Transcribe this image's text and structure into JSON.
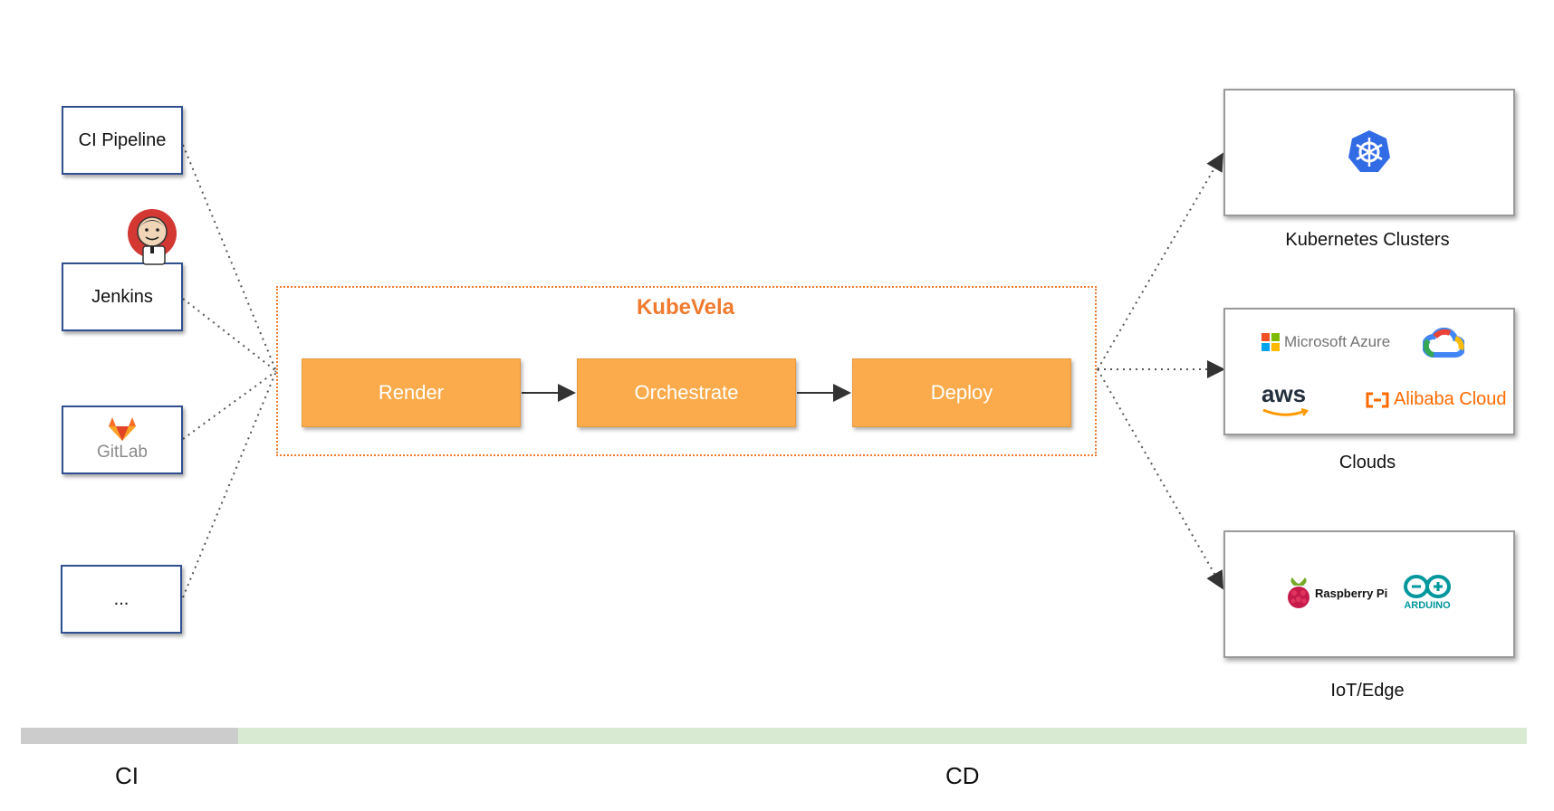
{
  "sources": {
    "ci_pipeline": "CI Pipeline",
    "jenkins": "Jenkins",
    "gitlab": "GitLab",
    "more": "..."
  },
  "kubevela": {
    "title": "KubeVela",
    "steps": [
      "Render",
      "Orchestrate",
      "Deploy"
    ]
  },
  "targets": {
    "kubernetes": {
      "label": "Kubernetes Clusters"
    },
    "clouds": {
      "label": "Clouds",
      "logos": {
        "azure": "Microsoft Azure",
        "aws": "aws",
        "alibaba": "Alibaba Cloud"
      }
    },
    "iot": {
      "label": "IoT/Edge",
      "logos": {
        "raspberry": "Raspberry Pi",
        "arduino": "ARDUINO"
      }
    }
  },
  "timeline": {
    "ci": "CI",
    "cd": "CD"
  },
  "colors": {
    "accent": "#f07a2e",
    "step_fill": "#fbab4b",
    "source_border": "#2f4f8f",
    "ci_bar": "#cccccc",
    "cd_bar": "#d9ead3"
  }
}
